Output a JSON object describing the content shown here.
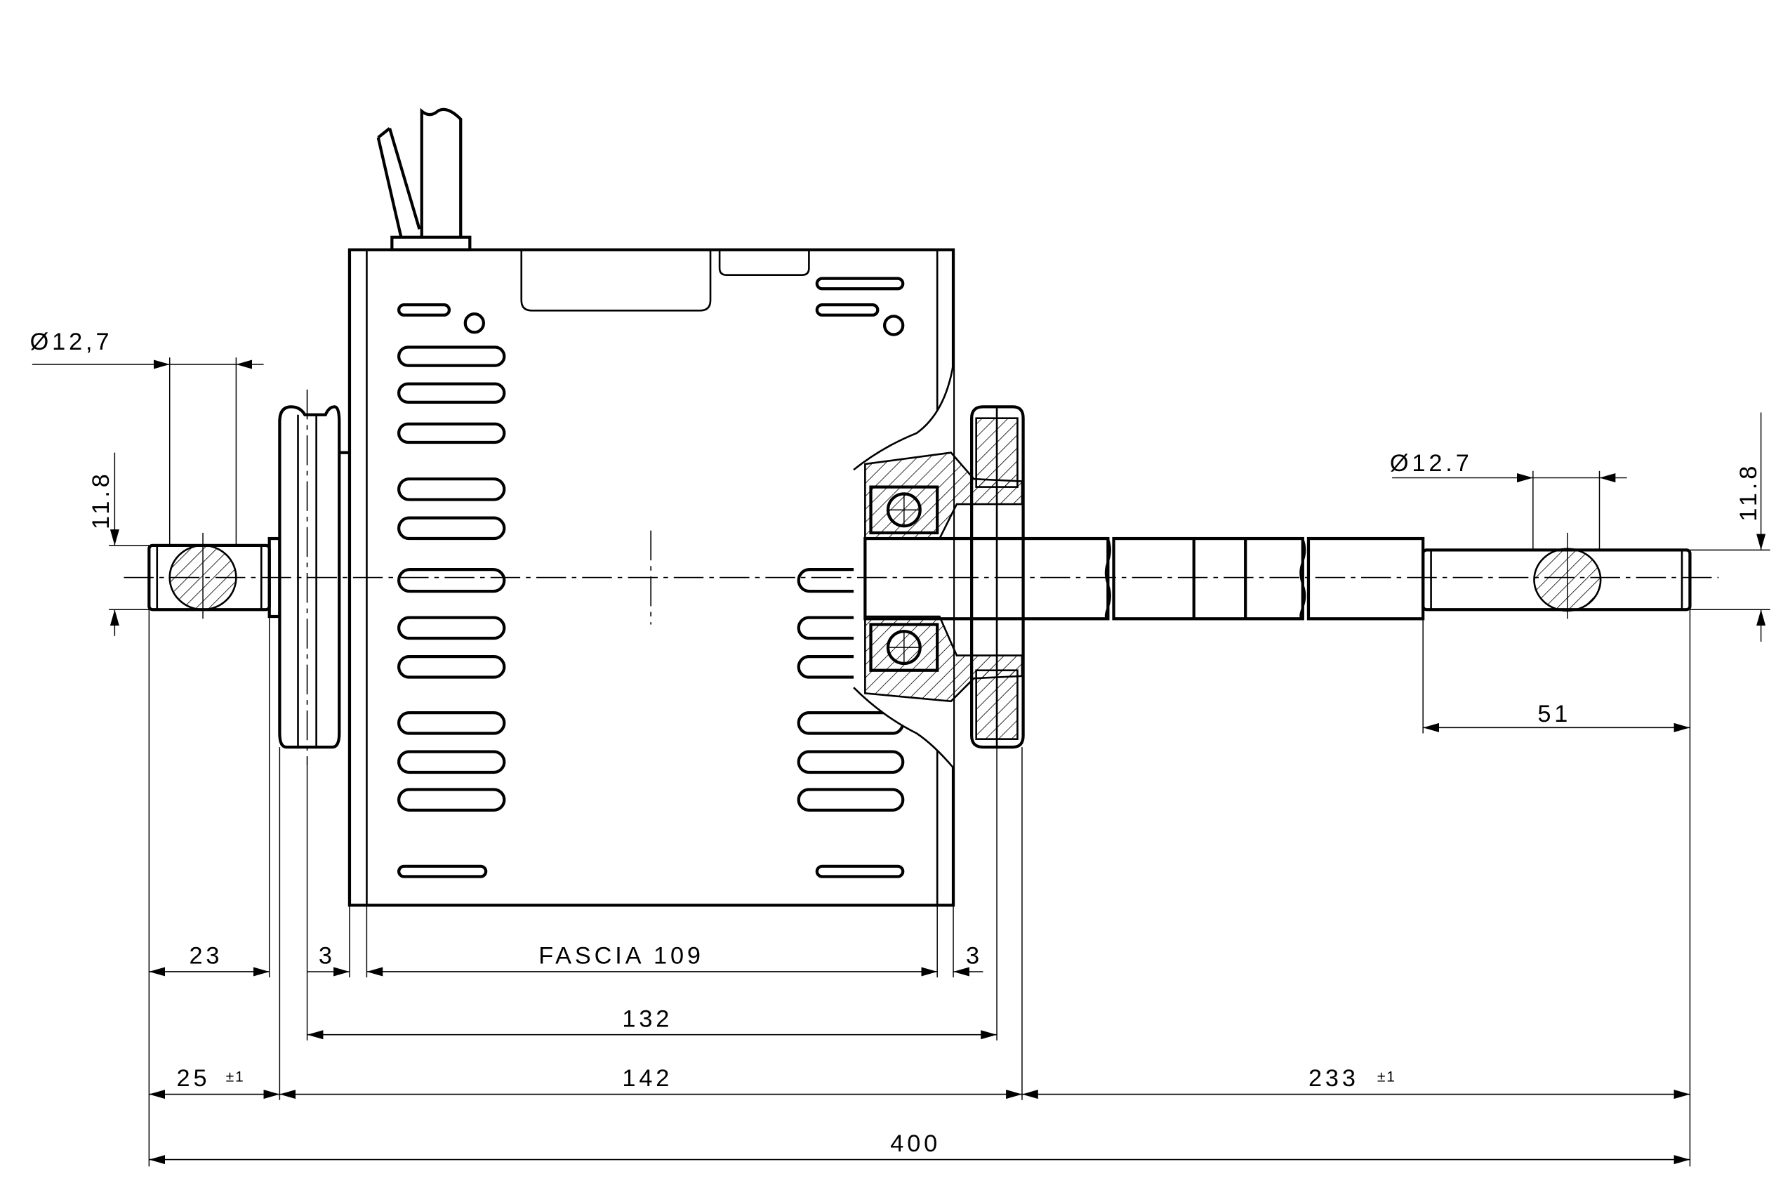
{
  "drawing": {
    "left_shaft_diameter": "Ø12,7",
    "left_shaft_flat": "11.8",
    "right_shaft_diameter": "Ø12.7",
    "right_shaft_flat": "11.8",
    "right_flat_length": "51",
    "left_shaft_length": "23",
    "left_gap": "3",
    "band_width": "FASCIA 109",
    "right_gap": "3",
    "body_length": "132",
    "left_protrusion": "25",
    "left_protrusion_tol": "±1",
    "mount_length": "142",
    "right_protrusion": "233",
    "right_protrusion_tol": "±1",
    "overall_length": "400"
  }
}
